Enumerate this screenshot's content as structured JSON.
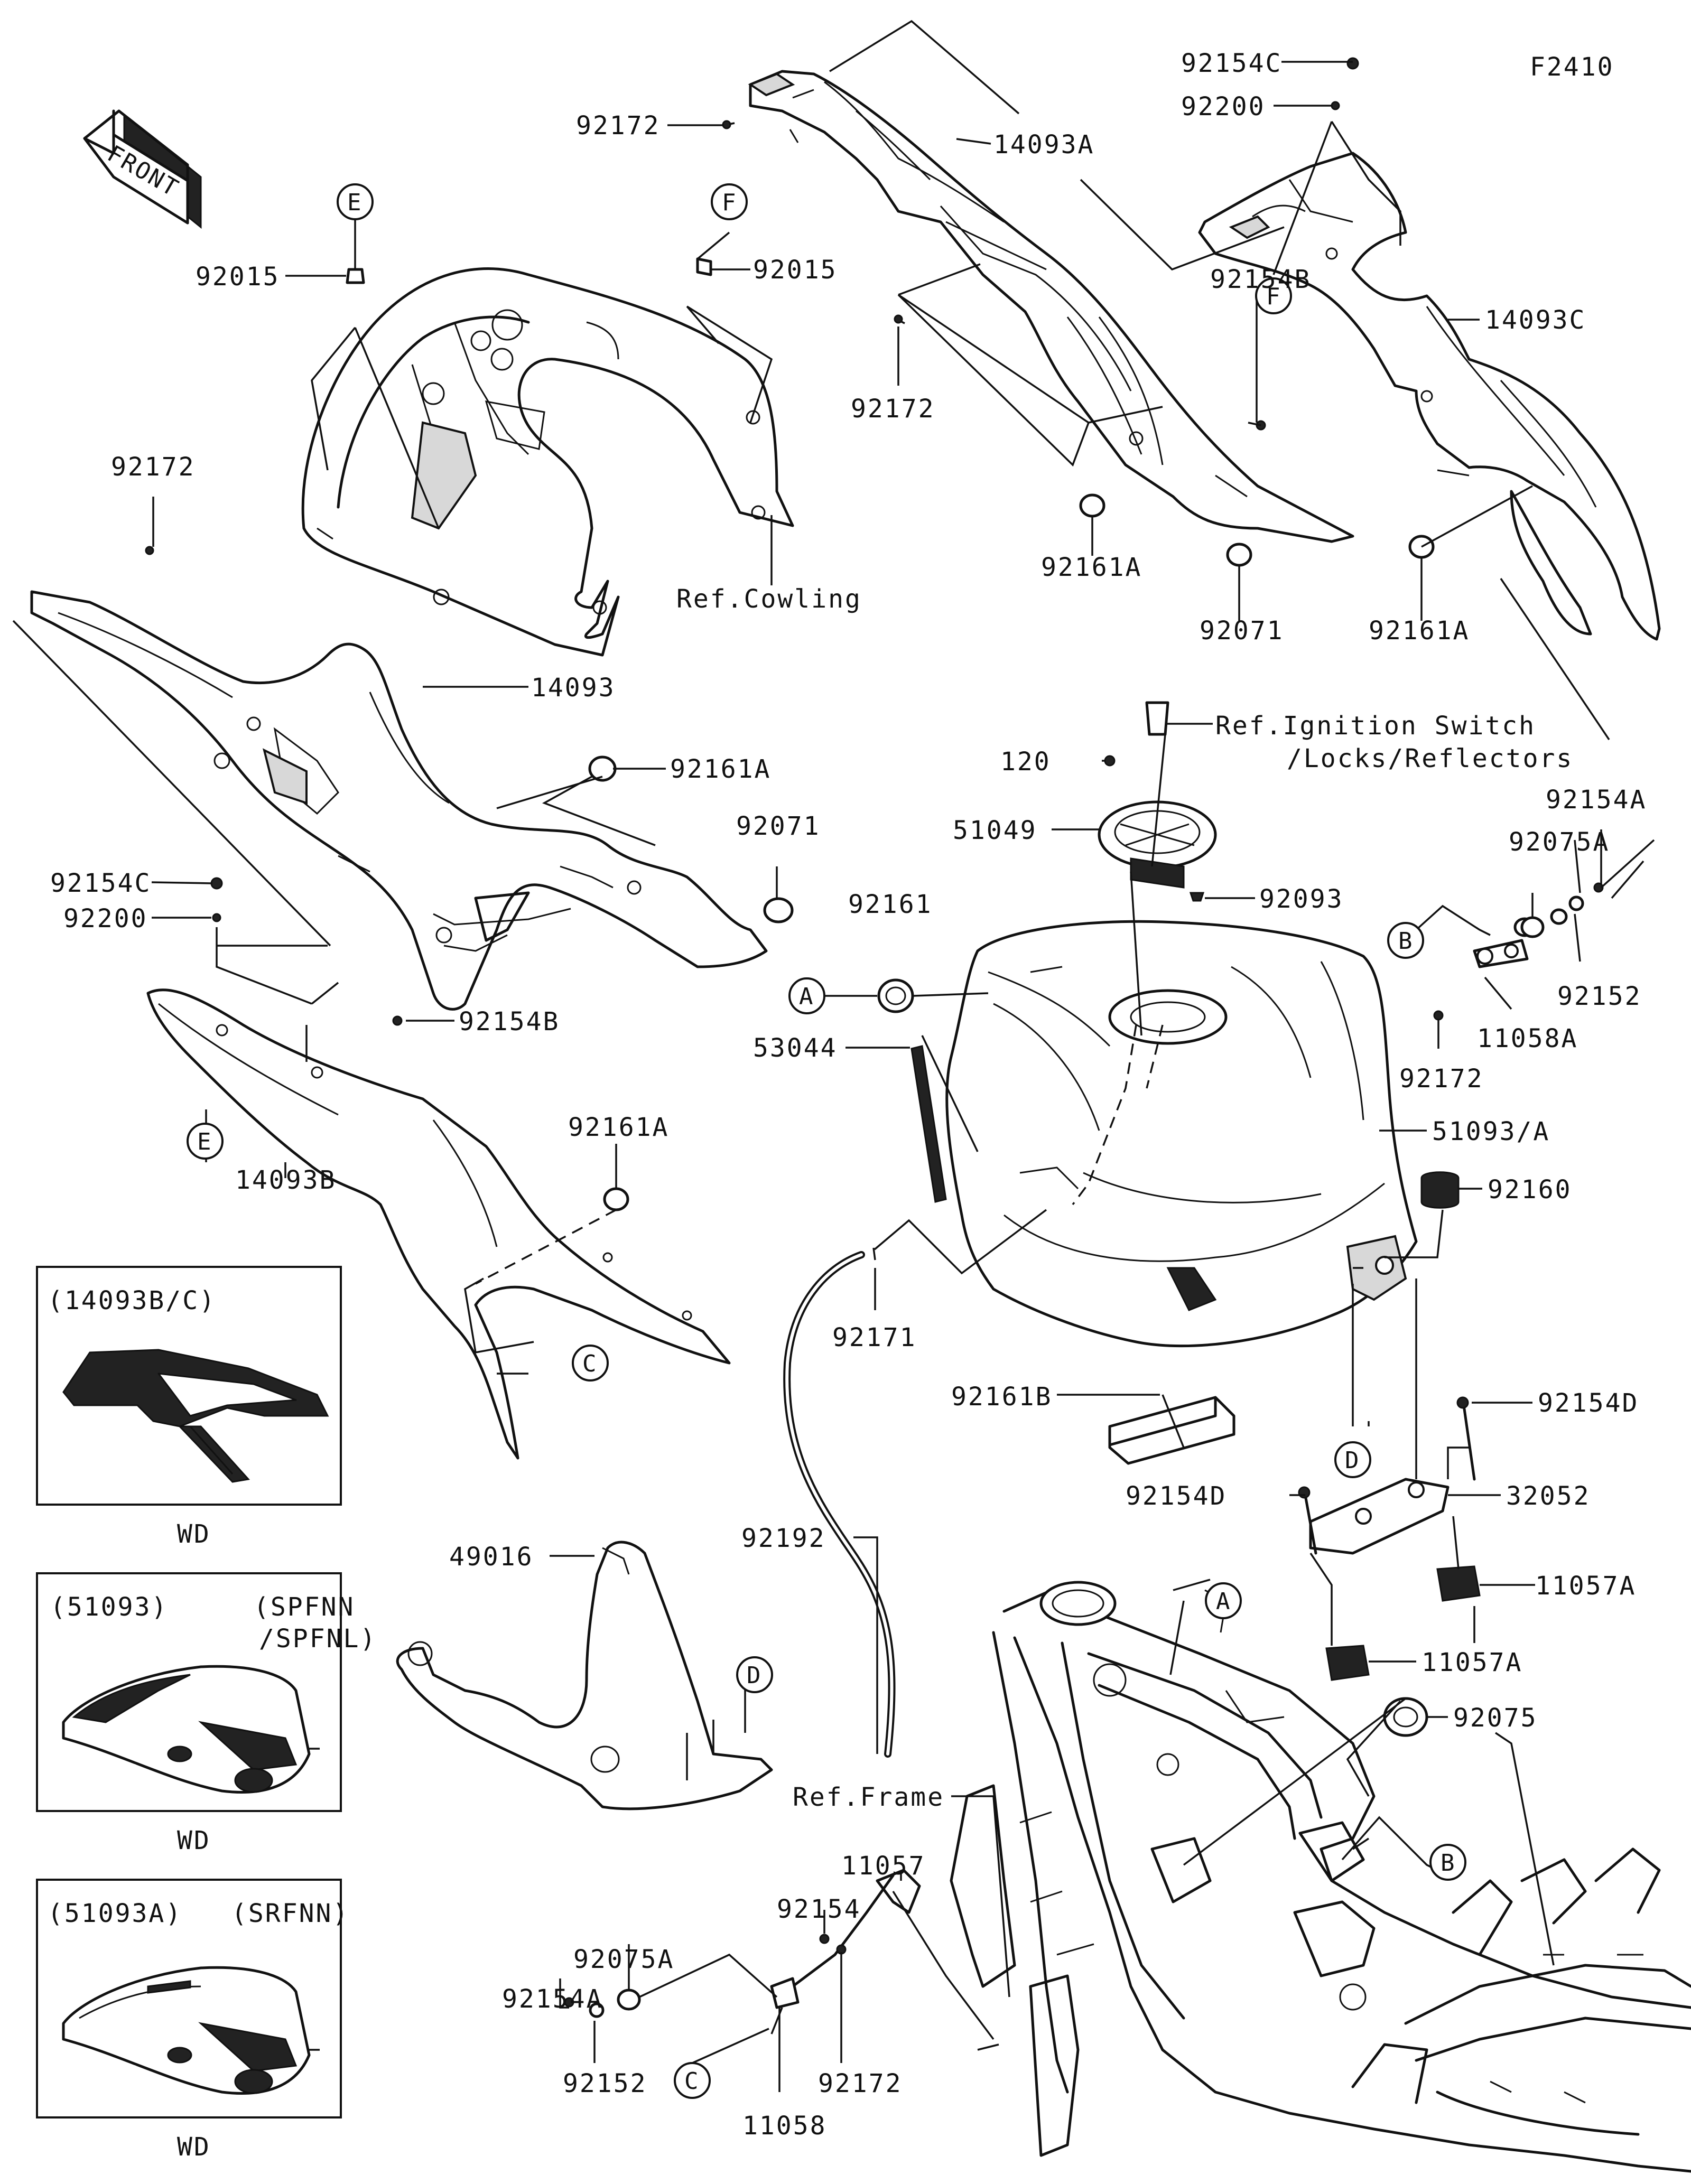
{
  "figure_code": "F2410",
  "front_arrow": "FRONT",
  "refs": {
    "cowling": "Ref.Cowling",
    "ignition_1": "Ref.Ignition Switch",
    "ignition_2": "/Locks/Reflectors",
    "frame": "Ref.Frame"
  },
  "markers": {
    "a": "A",
    "b": "B",
    "c": "C",
    "d": "D",
    "e": "E",
    "f": "F"
  },
  "parts": {
    "p14093": "14093",
    "p14093A": "14093A",
    "p14093B": "14093B",
    "p14093C": "14093C",
    "p92015": "92015",
    "p92172": "92172",
    "p92154A": "92154A",
    "p92154B": "92154B",
    "p92154C": "92154C",
    "p92154D": "92154D",
    "p92154": "92154",
    "p92200": "92200",
    "p92161": "92161",
    "p92161A": "92161A",
    "p92161B": "92161B",
    "p92071": "92071",
    "p120": "120",
    "p51049": "51049",
    "p92093": "92093",
    "p92075": "92075",
    "p92075A": "92075A",
    "p92152": "92152",
    "p11058A": "11058A",
    "p11058": "11058",
    "p11057": "11057",
    "p11057A": "11057A",
    "p53044": "53044",
    "p51093A": "51093/A",
    "p92160": "92160",
    "p92171": "92171",
    "p32052": "32052",
    "p92192": "92192",
    "p49016": "49016"
  },
  "insets": [
    {
      "code": "(14093B/C)",
      "variant": "",
      "variant2": "",
      "caption": "WD"
    },
    {
      "code": "(51093)",
      "variant": "(SPFNN",
      "variant2": "/SPFNL)",
      "caption": "WD"
    },
    {
      "code": "(51093A)",
      "variant": "(SRFNN)",
      "variant2": "",
      "caption": "WD"
    }
  ]
}
